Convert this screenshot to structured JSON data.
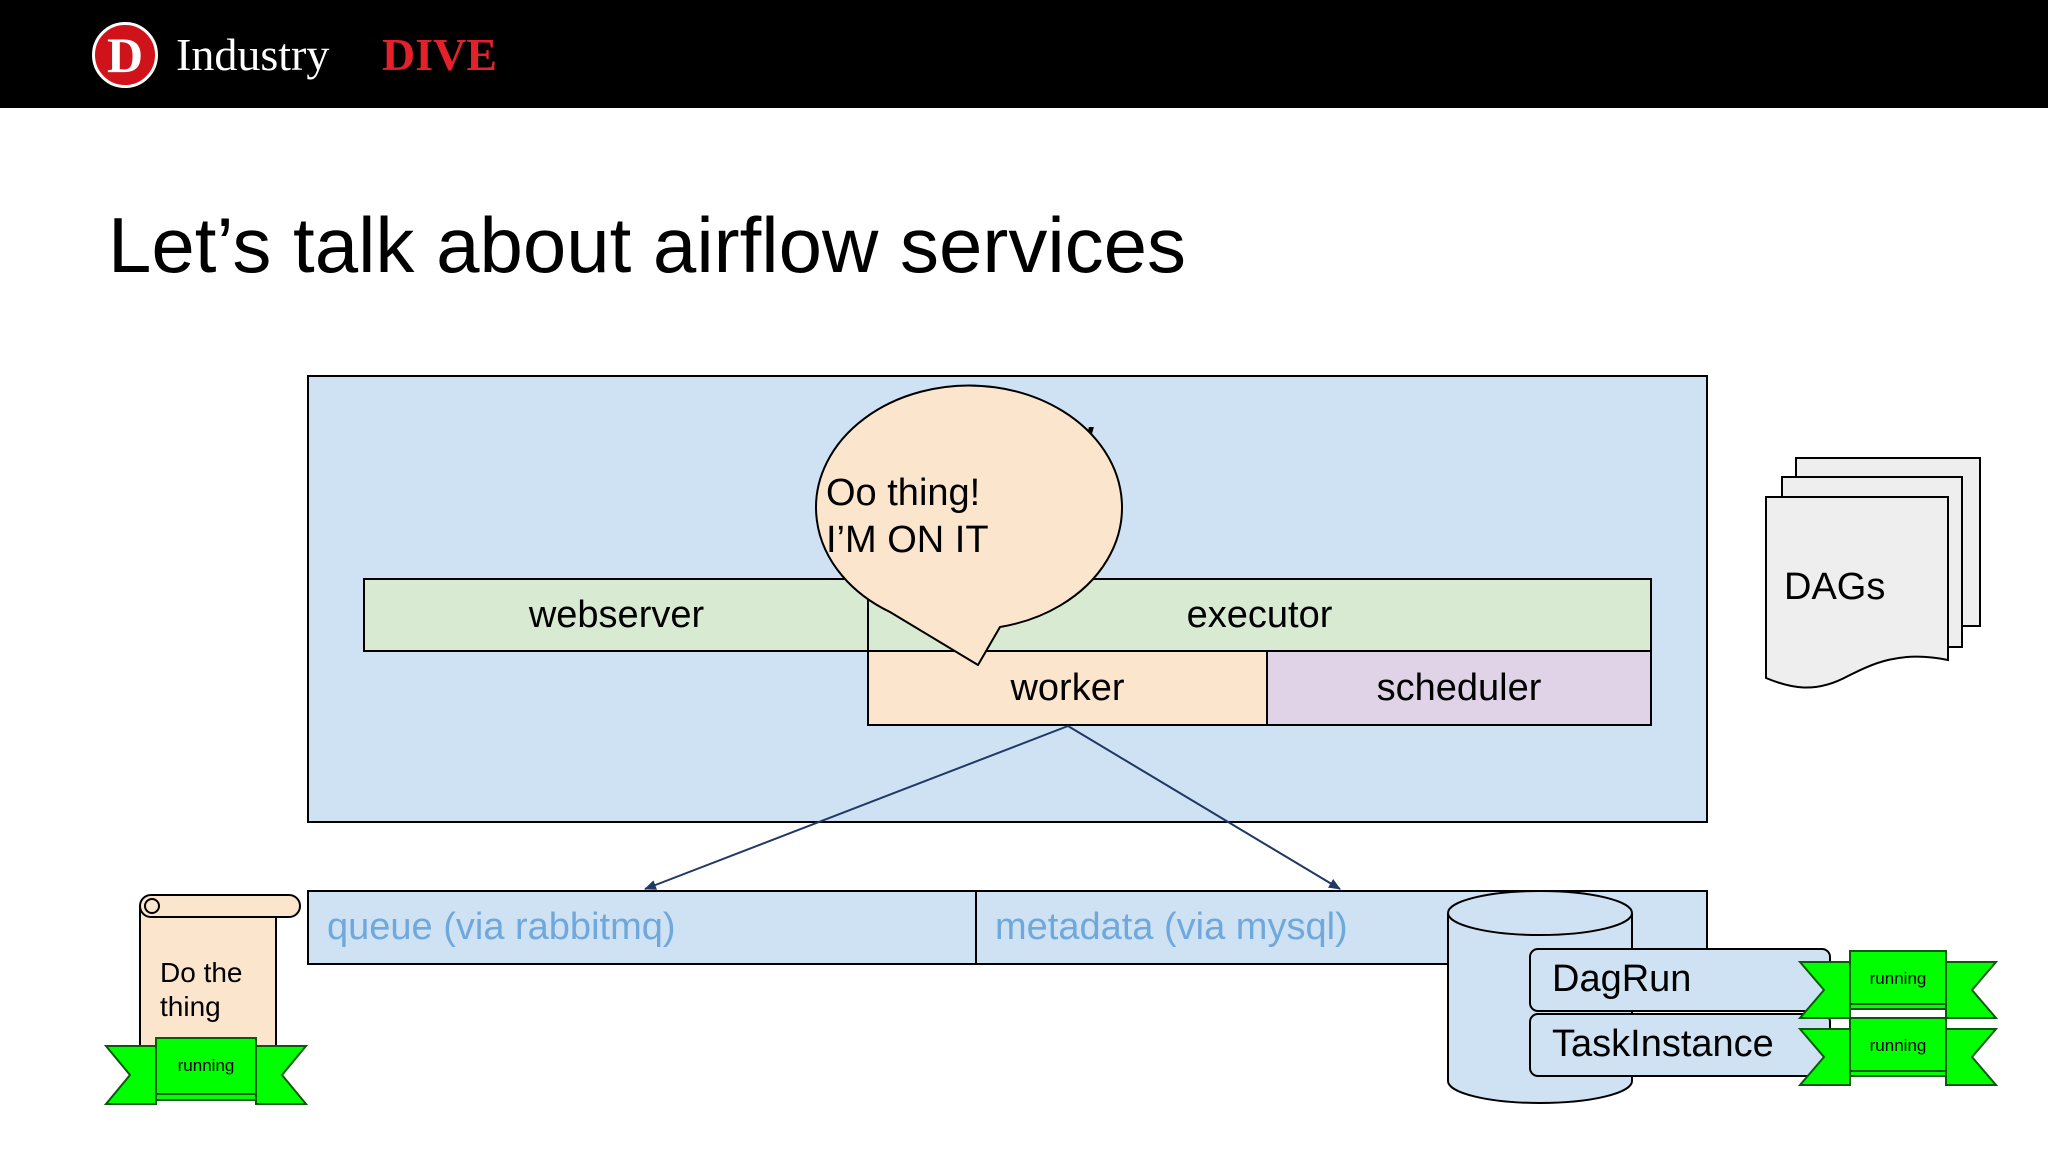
{
  "header": {
    "logo_mark": "D",
    "logo_text_industry": "Industry",
    "logo_text_dive": "DIVE"
  },
  "slide": {
    "title": "Let’s talk about airflow services"
  },
  "diagram": {
    "airflow_label": "airflow",
    "components": {
      "webserver": "webserver",
      "executor": "executor",
      "worker": "worker",
      "scheduler": "scheduler"
    },
    "speech_bubble": {
      "line1": "Oo thing!",
      "line2": "I’M ON IT"
    },
    "stores": {
      "queue": "queue (via rabbitmq)",
      "metadata": "metadata (via mysql)"
    },
    "dags_label": "DAGs",
    "task_scroll": {
      "line1": "Do the",
      "line2": "thing",
      "status": "running"
    },
    "db_tables": [
      {
        "name": "DagRun",
        "status": "running"
      },
      {
        "name": "TaskInstance",
        "status": "running"
      }
    ]
  },
  "colors": {
    "airflow_bg": "#cfe2f3",
    "service_green": "#d9ead3",
    "worker_orange": "#fce5cd",
    "scheduler_purple": "#e0d3e8",
    "store_text_blue": "#6fa8dc",
    "badge_green": "#00ff00",
    "arrow_navy": "#1f3864"
  }
}
